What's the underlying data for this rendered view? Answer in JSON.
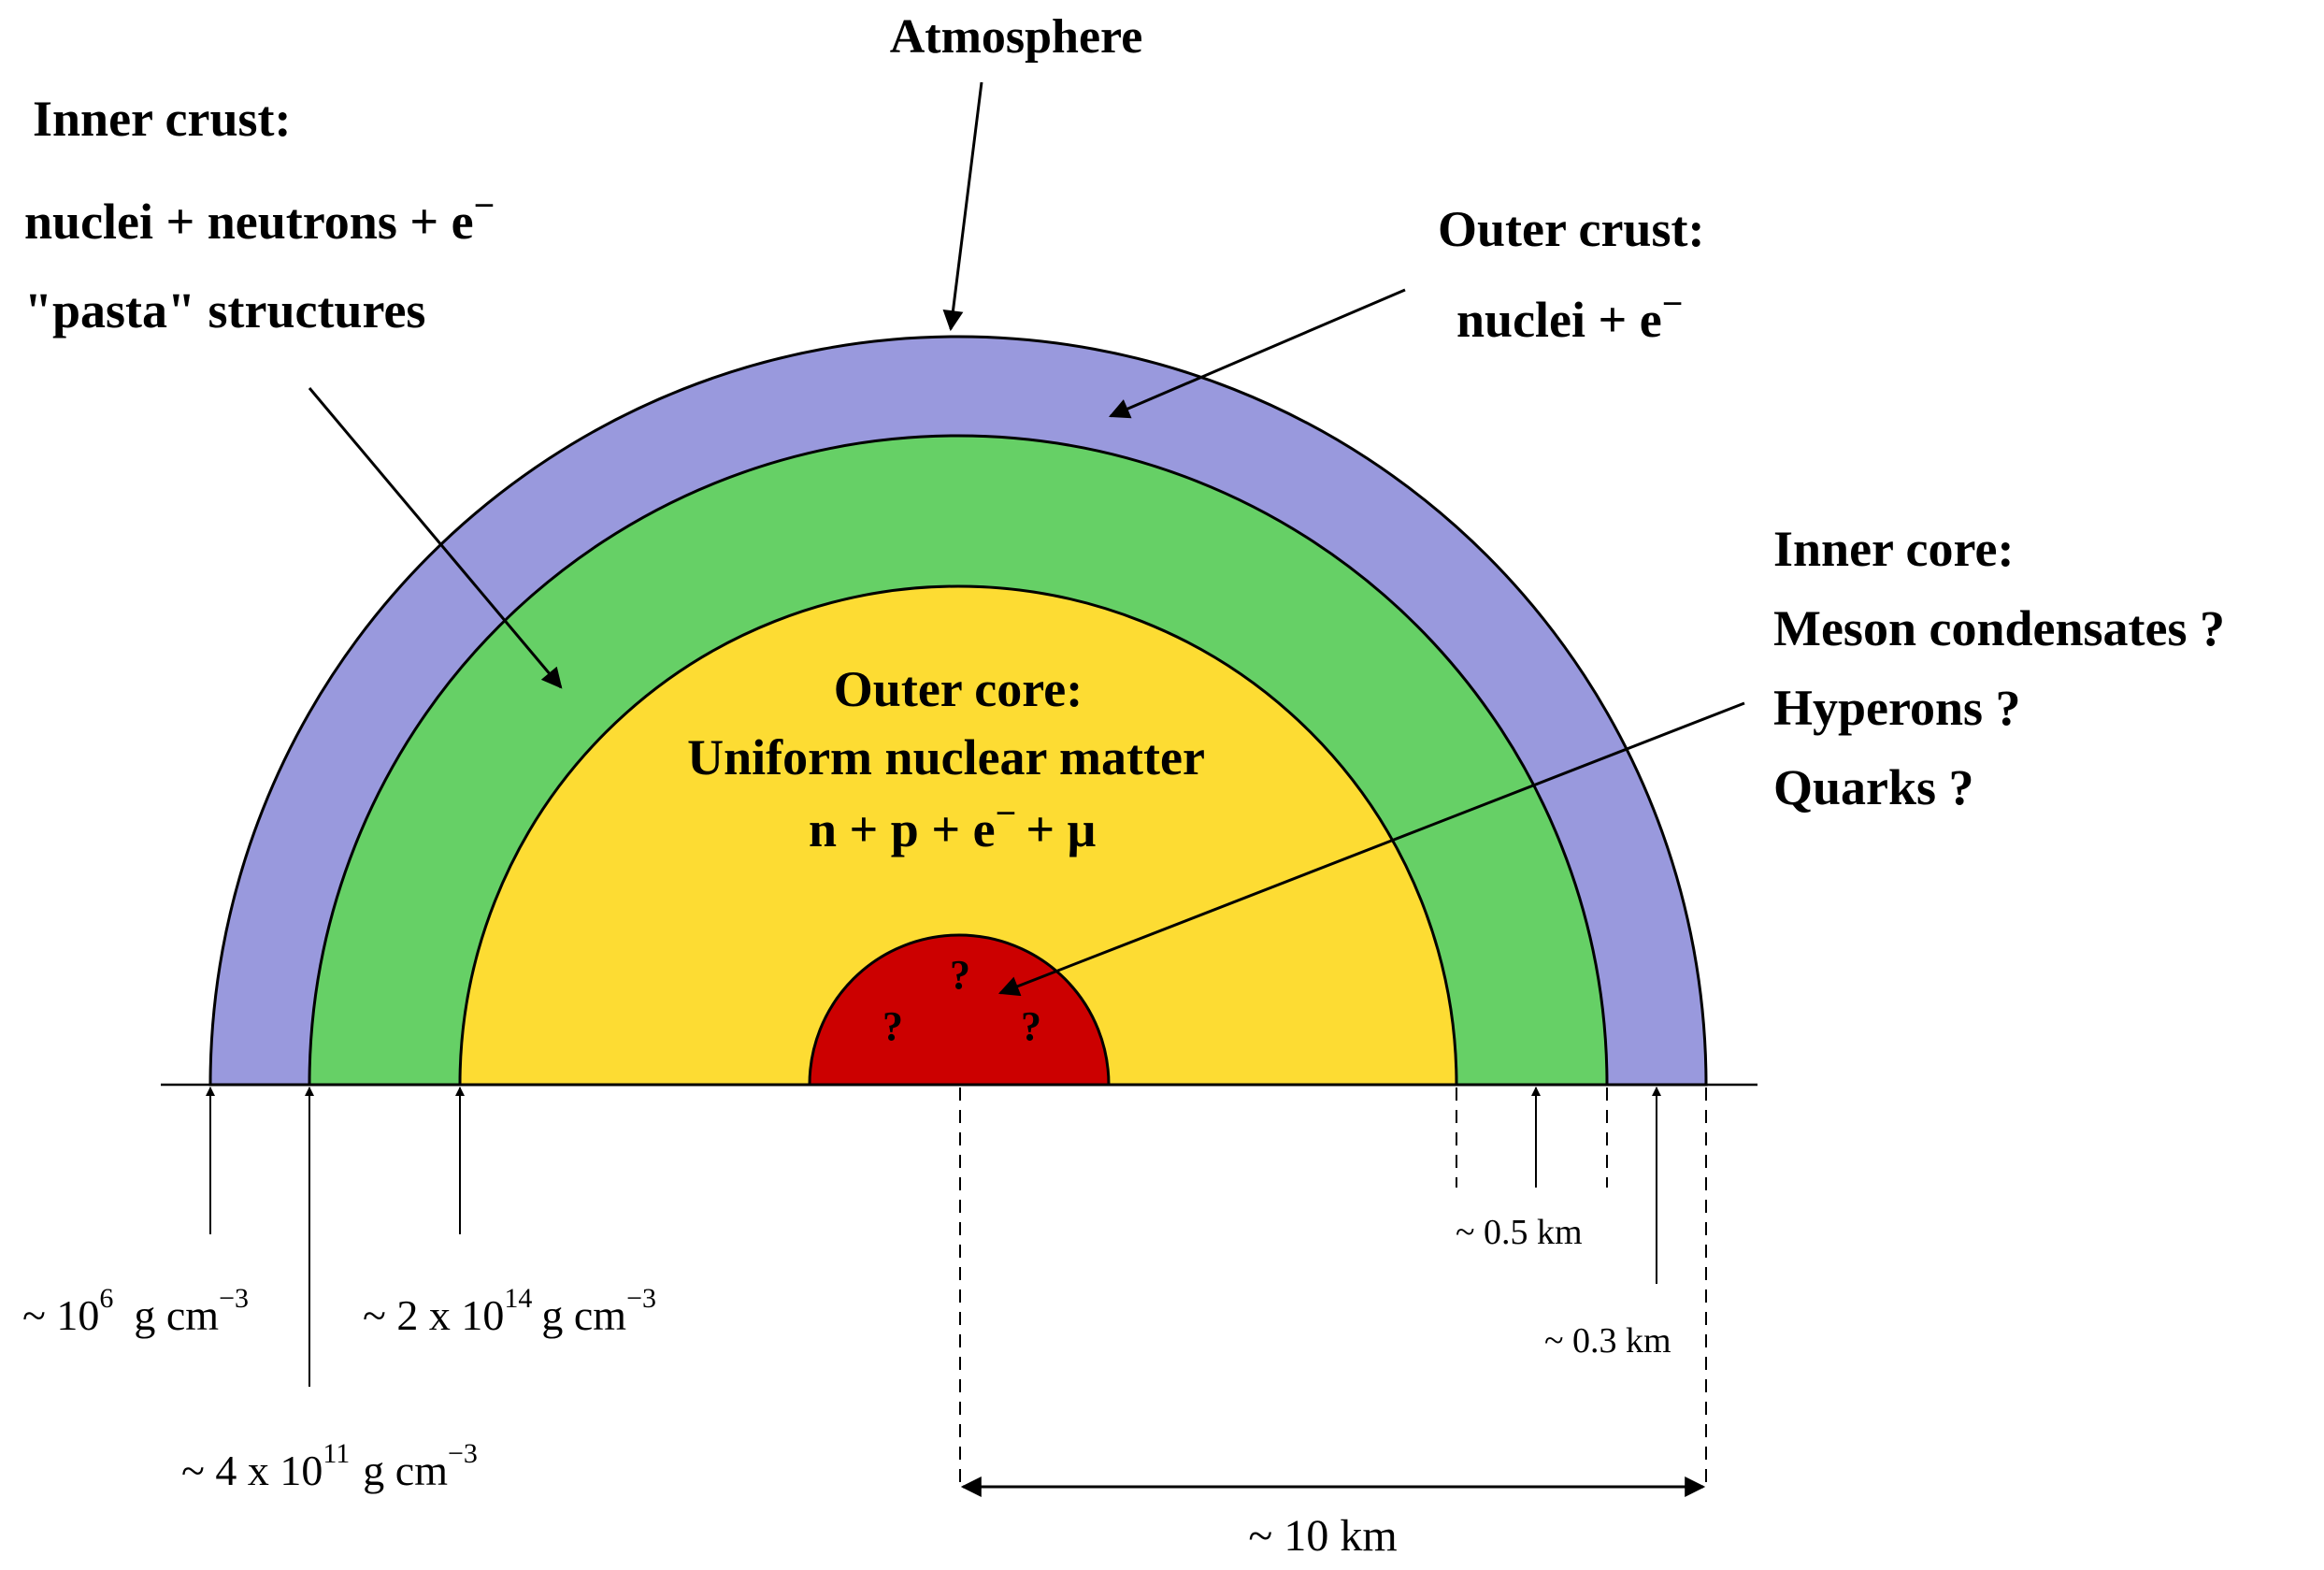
{
  "colors": {
    "atmosphere_outer_crust": "#9999dd",
    "inner_crust": "#66d066",
    "outer_core": "#fddc33",
    "inner_core": "#cc0000",
    "outline": "#000000"
  },
  "labels": {
    "atmosphere": "Atmosphere",
    "inner_crust_title": "Inner crust:",
    "inner_crust_line1": "nuclei + neutrons + e",
    "inner_crust_line1_sup": "−",
    "inner_crust_line2": "\"pasta\" structures",
    "outer_crust_title": "Outer crust:",
    "outer_crust_line1": "nuclei + e",
    "outer_crust_line1_sup": "−",
    "inner_core_title": "Inner core:",
    "inner_core_line1": "Meson condensates ?",
    "inner_core_line2": "Hyperons ?",
    "inner_core_line3": "Quarks ?",
    "outer_core_title": "Outer core:",
    "outer_core_line1": "Uniform nuclear matter",
    "outer_core_line2_a": "n + p + e",
    "outer_core_line2_sup": "−",
    "outer_core_line2_b": "+ μ",
    "question_marks": [
      "?",
      "?",
      "?"
    ]
  },
  "densities": {
    "d1_prefix": "~ 10",
    "d1_exp": "6",
    "d1_unit": "g cm",
    "d1_unit_exp": "−3",
    "d2_prefix": "~ 4 x 10",
    "d2_exp": "11",
    "d2_unit": "g cm",
    "d2_unit_exp": "−3",
    "d3_prefix": "~ 2 x 10",
    "d3_exp": "14",
    "d3_unit": "g cm",
    "d3_unit_exp": "−3"
  },
  "distances": {
    "inner_crust_thickness": "~ 0.5 km",
    "outer_crust_thickness": "~ 0.3 km",
    "radius": "~ 10 km"
  }
}
